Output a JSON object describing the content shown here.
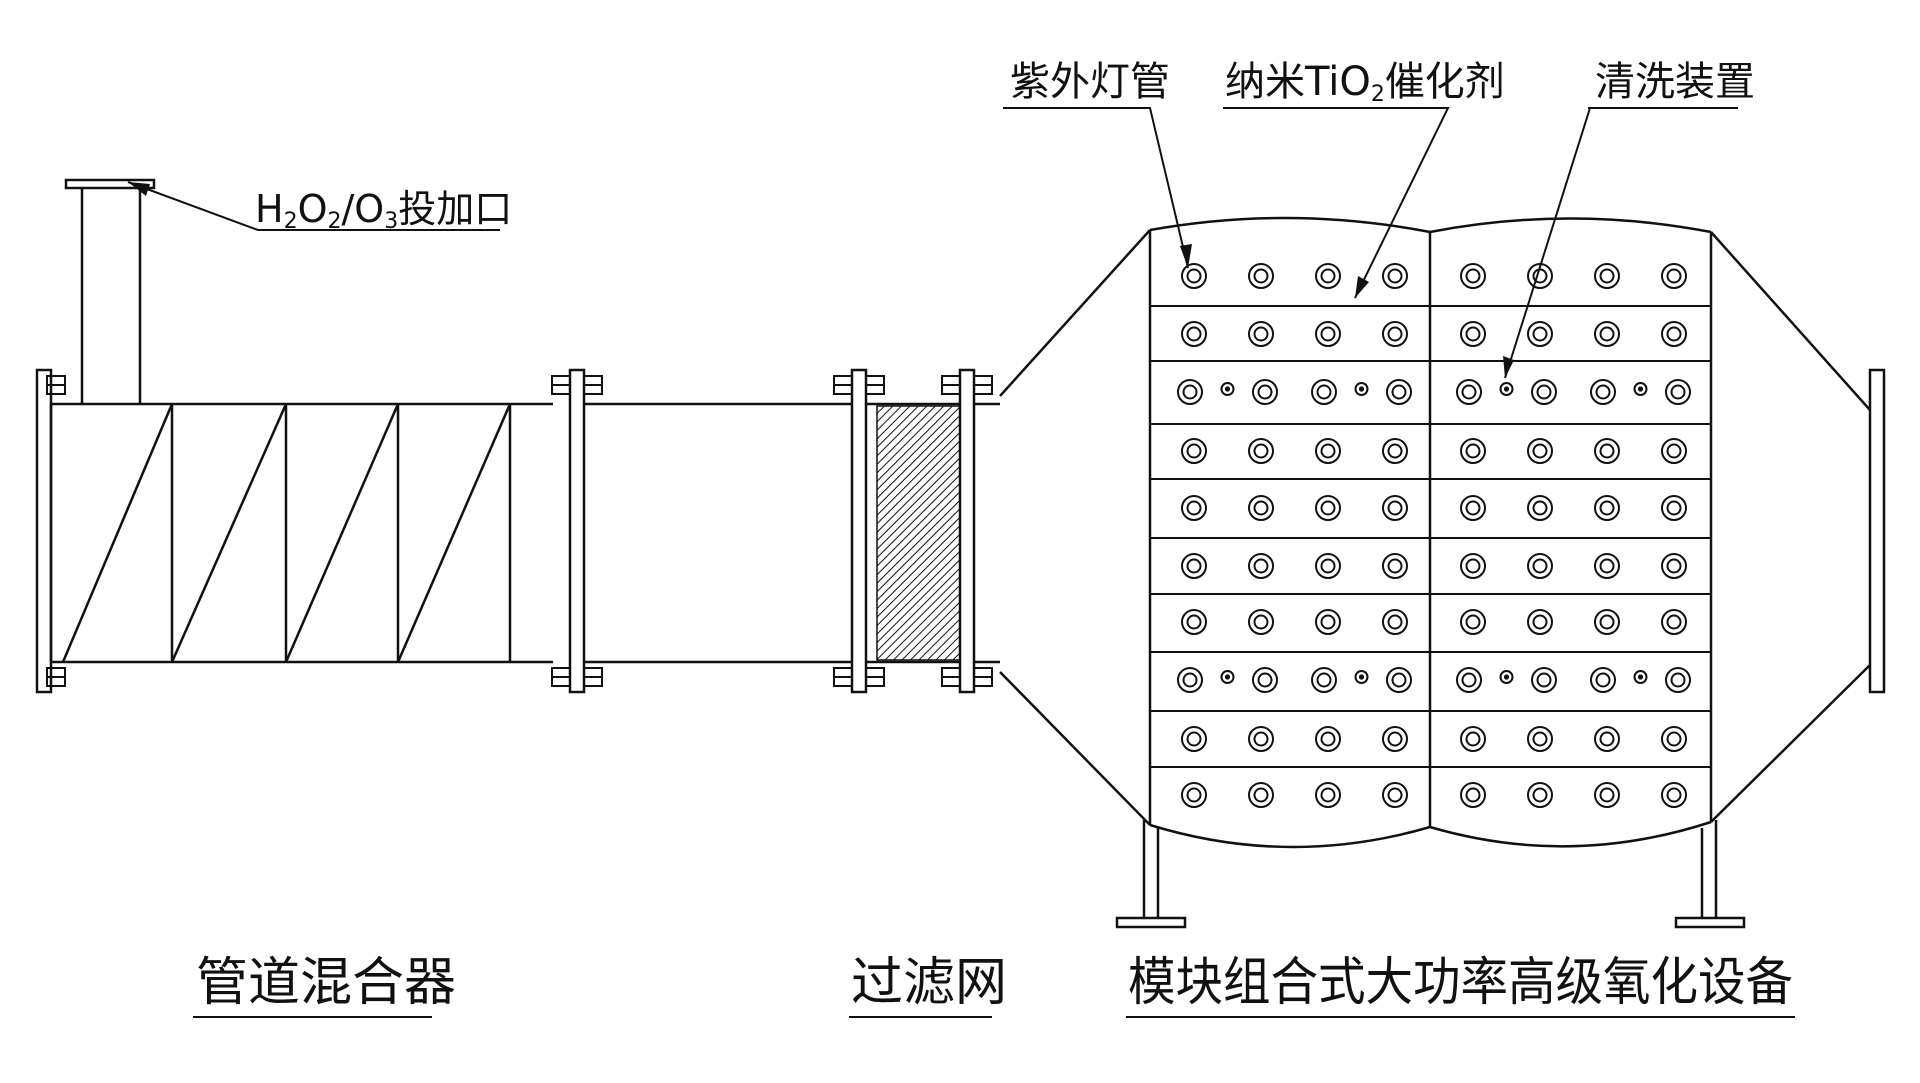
{
  "labels": {
    "dosing_port": {
      "pre": "H",
      "s1": "2",
      "mid1": "O",
      "s2": "2",
      "mid2": "/O",
      "s3": "3",
      "post": "投加口"
    },
    "uv_lamp": "紫外灯管",
    "catalyst": {
      "pre": "纳米TiO",
      "sub": "2",
      "post": "催化剂"
    },
    "cleaning": "清洗装置",
    "pipe_mixer": "管道混合器",
    "filter": "过滤网",
    "oxidation_unit": "模块组合式大功率高级氧化设备"
  },
  "equipment": {
    "lamp_rows": 10,
    "lamps_per_row": 8,
    "cleaning_rows": [
      3,
      8
    ]
  },
  "colors": {
    "line": "#111111",
    "background": "#ffffff"
  }
}
